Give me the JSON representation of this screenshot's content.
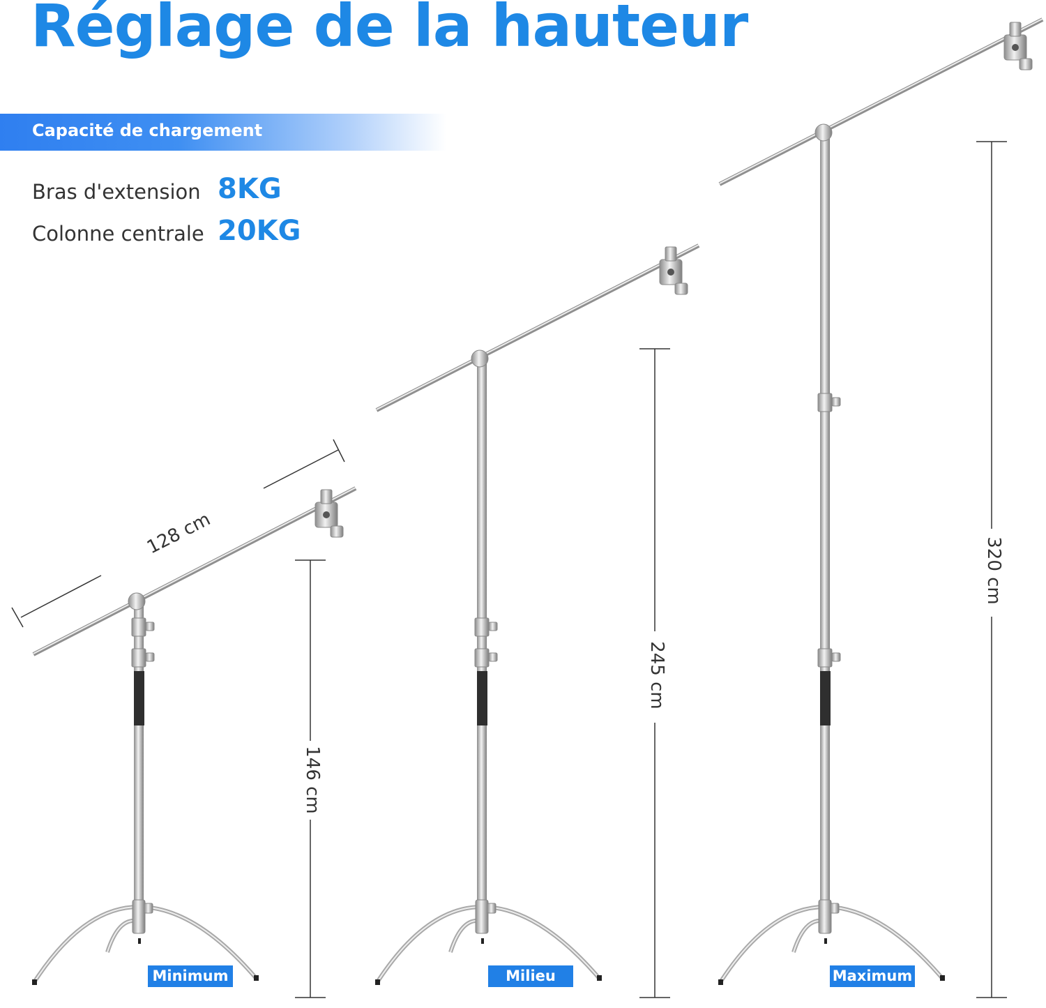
{
  "header": {
    "title": "Réglage de la hauteur"
  },
  "capacity": {
    "heading": "Capacité de chargement",
    "items": [
      {
        "label": "Bras d'extension",
        "value": "8KG"
      },
      {
        "label": "Colonne centrale",
        "value": "20KG"
      }
    ]
  },
  "dimensions": {
    "arm_length": "128 cm",
    "height_min": "146 cm",
    "height_mid": "245 cm",
    "height_max": "320 cm"
  },
  "positions": {
    "min": "Minimum",
    "mid": "Milieu",
    "max": "Maximum"
  },
  "colors": {
    "accent": "#1e88e5",
    "label_bg": "#2180e6",
    "text": "#333333"
  }
}
